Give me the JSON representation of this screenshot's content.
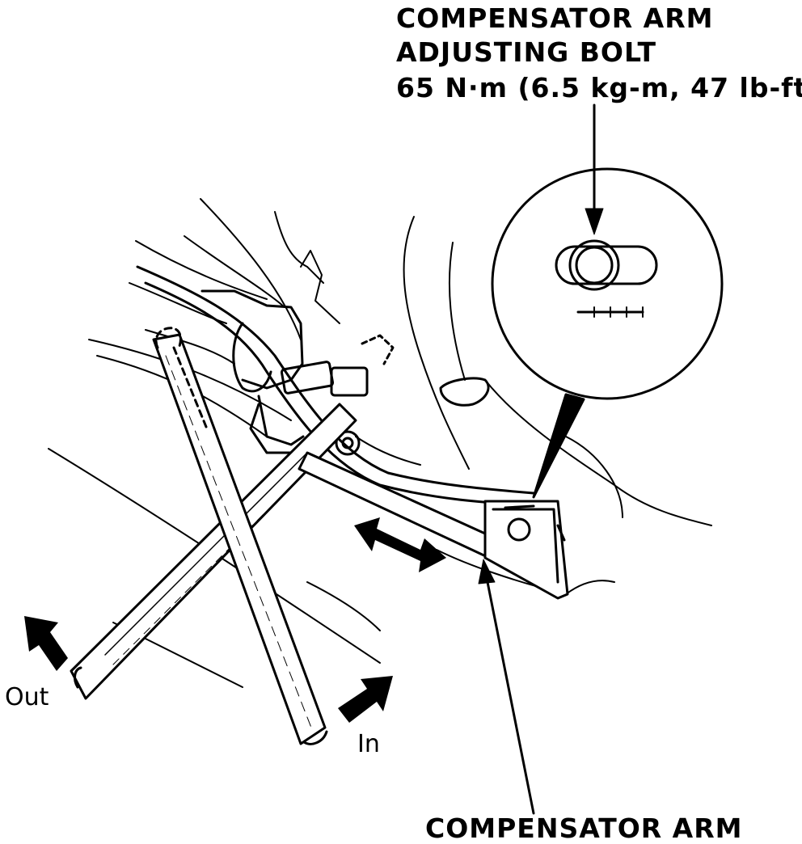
{
  "labels": {
    "bolt_line1": "COMPENSATOR ARM",
    "bolt_line2": "ADJUSTING BOLT",
    "torque": "65 N·m (6.5 kg-m, 47 lb-ft)",
    "out": "Out",
    "in": "In",
    "arm": "COMPENSATOR ARM"
  },
  "colors": {
    "ink": "#000000",
    "paper": "#ffffff"
  }
}
